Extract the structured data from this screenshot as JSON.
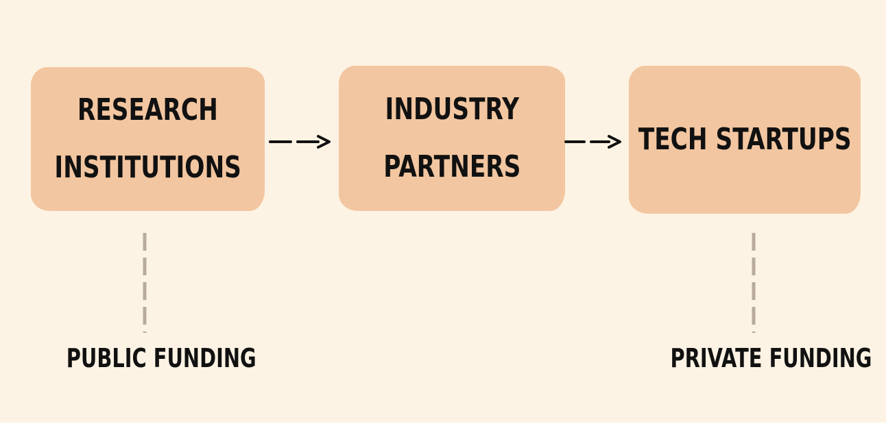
{
  "diagram": {
    "nodes": [
      {
        "id": "research",
        "lines": [
          "RESEARCH",
          "INSTITUTIONS"
        ]
      },
      {
        "id": "industry",
        "lines": [
          "INDUSTRY",
          "PARTNERS"
        ]
      },
      {
        "id": "startups",
        "lines": [
          "TECH STARTUPS"
        ]
      }
    ],
    "edges": [
      {
        "from": "research",
        "to": "industry",
        "style": "dashed-arrow"
      },
      {
        "from": "industry",
        "to": "startups",
        "style": "dashed-arrow"
      }
    ],
    "annotations": [
      {
        "attached_to": "research",
        "label": "PUBLIC FUNDING",
        "connector": "dashed-line"
      },
      {
        "attached_to": "startups",
        "label": "PRIVATE FUNDING",
        "connector": "dashed-line"
      }
    ]
  },
  "colors": {
    "background": "#fdf3e4",
    "box_fill": "#f2c6a0",
    "text": "#111111",
    "connector": "#b8ab9d",
    "arrow": "#111111"
  }
}
